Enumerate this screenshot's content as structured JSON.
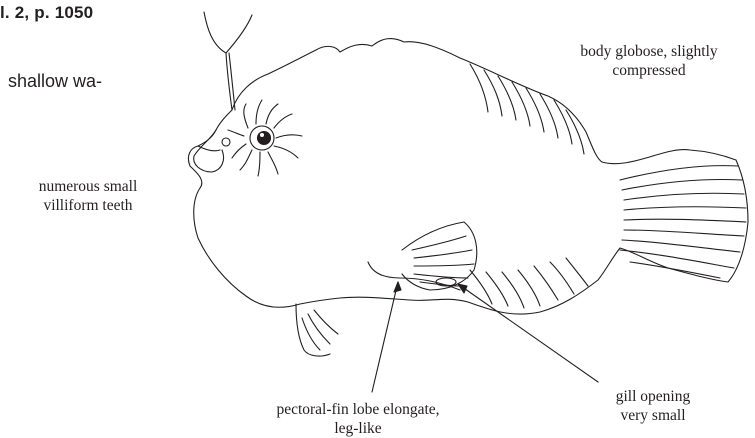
{
  "header": {
    "reference": "l. 2, p. 1050",
    "text_fragment": "shallow wa-"
  },
  "annotations": {
    "body": {
      "line1": "body globose, slightly",
      "line2": "compressed"
    },
    "teeth": {
      "line1": "numerous small",
      "line2": "villiform teeth"
    },
    "gill": {
      "line1": "gill opening",
      "line2": "very small"
    },
    "pectoral": {
      "line1": "pectoral-fin lobe elongate,",
      "line2": "leg-like"
    }
  },
  "colors": {
    "ink": "#231f20",
    "paper": "#ffffff"
  }
}
